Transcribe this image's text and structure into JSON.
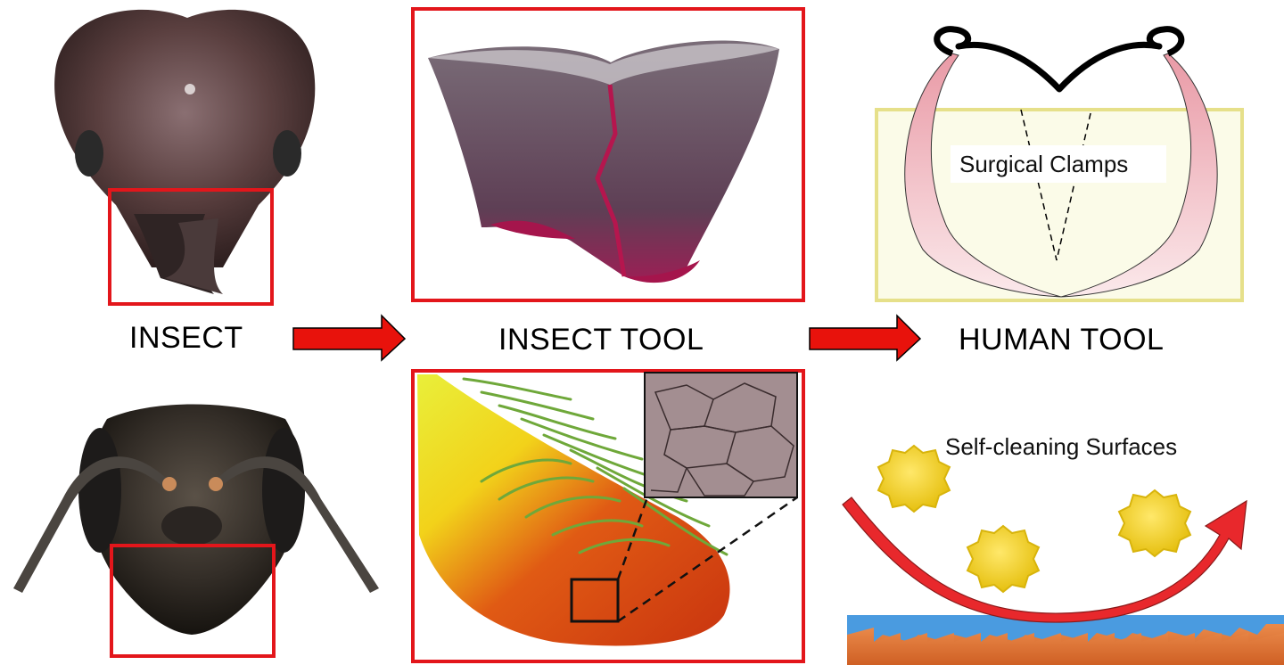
{
  "labels": {
    "insect": "INSECT",
    "insect_tool": "INSECT TOOL",
    "human_tool": "HUMAN TOOL"
  },
  "captions": {
    "surgical_clamps": "Surgical Clamps",
    "self_cleaning": "Self-cleaning Surfaces"
  },
  "colors": {
    "frame_red": "#e3161b",
    "arrow_red": "#e8120c",
    "clamp_box": "#e6e08a",
    "clamp_pink": "#e9a3ad",
    "surface_orange": "#e2793b",
    "surface_blue": "#4a9be0",
    "pollen_yellow": "#f2d21e"
  },
  "icons": {
    "flow_arrow": "right-arrow-icon",
    "curve_arrow": "curved-arrow-icon"
  }
}
